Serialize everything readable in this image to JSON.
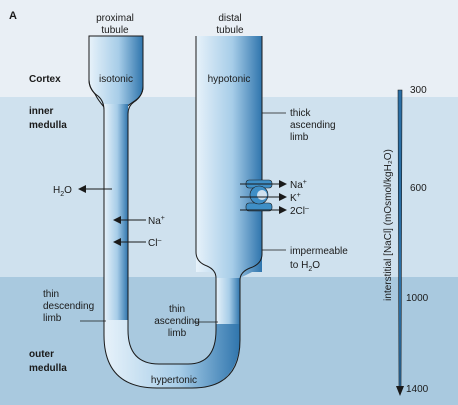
{
  "panel_letter": "A",
  "zones": {
    "cortex": "Cortex",
    "inner_medulla_line1": "inner",
    "inner_medulla_line2": "medulla",
    "outer_medulla_line1": "outer",
    "outer_medulla_line2": "medulla"
  },
  "headers": {
    "proximal_line1": "proximal",
    "proximal_line2": "tubule",
    "distal_line1": "distal",
    "distal_line2": "tubule"
  },
  "labels": {
    "isotonic": "isotonic",
    "hypotonic": "hypotonic",
    "hypertonic": "hypertonic",
    "thick_line1": "thick",
    "thick_line2": "ascending",
    "thick_line3": "limb",
    "impermeable_line1": "impermeable",
    "impermeable_line2_prefix": "to H",
    "impermeable_line2_sub": "2",
    "impermeable_line2_suffix": "O",
    "thin_desc_line1": "thin",
    "thin_desc_line2": "descending",
    "thin_desc_line3": "limb",
    "thin_asc_line1": "thin",
    "thin_asc_line2": "ascending",
    "thin_asc_line3": "limb"
  },
  "ions": {
    "water_prefix": "H",
    "water_sub": "2",
    "water_suffix": "O",
    "na_left": "Na",
    "na_left_sup": "+",
    "cl_left": "Cl",
    "cl_left_sup": "–",
    "na_right": "Na",
    "na_right_sup": "+",
    "k_right": "K",
    "k_right_sup": "+",
    "cl_right": "2Cl",
    "cl_right_sup": "–"
  },
  "scale": {
    "axis_label": "interstitial [NaCl] (mOsmol/kgH₂O)",
    "ticks": [
      "300",
      "600",
      "1000",
      "1400"
    ]
  },
  "colors": {
    "band_light": "#e9eff5",
    "band_mid": "#cfe1ee",
    "band_dark": "#a9c9df",
    "tubule_light": "#d9ebf6",
    "tubule_dark": "#2a6fa6",
    "outline": "#1a1a1a",
    "transporter": "#3f8fc6"
  }
}
